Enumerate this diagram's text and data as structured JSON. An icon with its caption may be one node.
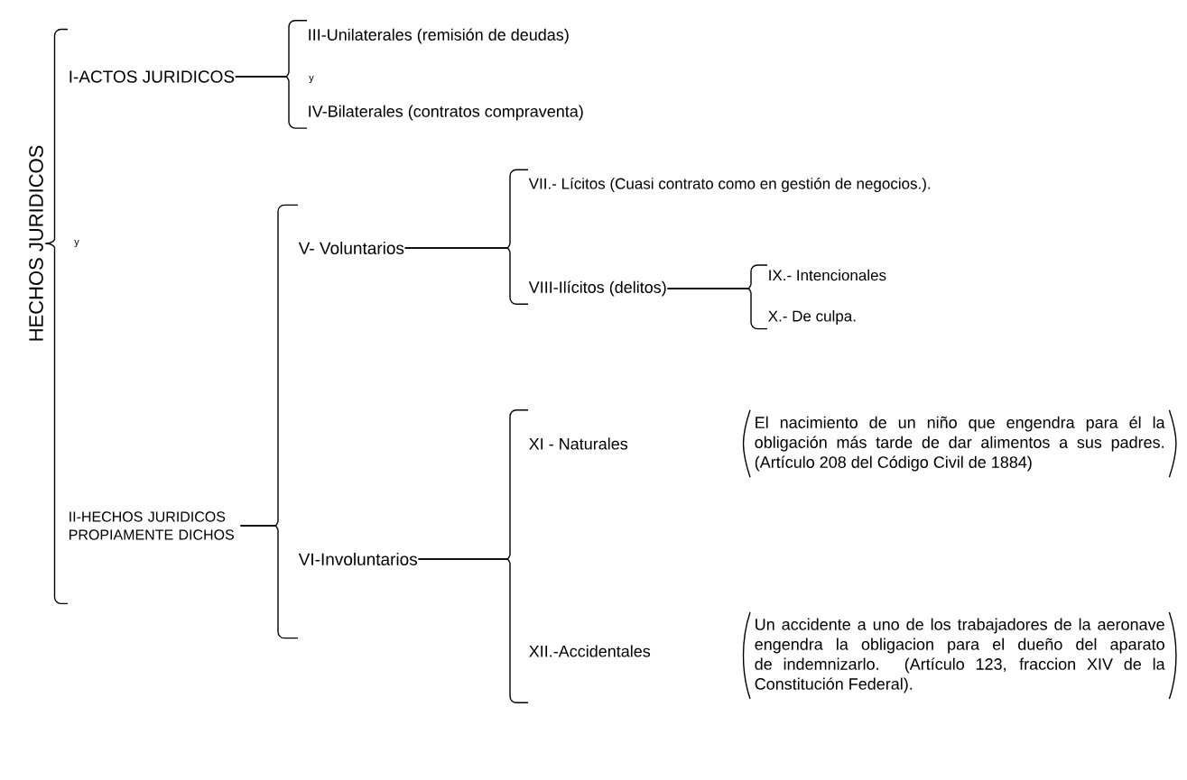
{
  "diagram": {
    "nodes": [
      {
        "text": [
          "HECHOS JURIDICOS"
        ]
      },
      {
        "text": [
          "I-ACTOS JURIDICOS"
        ]
      },
      {
        "text": [
          "III-Unilaterales (remisión de deudas)"
        ]
      },
      {
        "text": [
          "IV-Bilaterales (contratos compraventa)"
        ]
      },
      {
        "text": [
          "II-HECHOS JURIDICOS PROPIAMENTE DICHOS"
        ]
      },
      {
        "text": [
          "V- Voluntarios"
        ]
      },
      {
        "text": [
          "VII.- Lícitos (Cuasi contrato como en gestión de negocios.)."
        ]
      },
      {
        "text": [
          "VIII-Ilícitos (delitos)"
        ]
      },
      {
        "text": [
          "IX.- Intencionales"
        ]
      },
      {
        "text": [
          "X.- De culpa."
        ]
      },
      {
        "text": [
          "VI-Involuntarios"
        ]
      },
      {
        "text": [
          "XI - Naturales"
        ]
      },
      {
        "text": [
          "El nacimiento de un niño que engendra para él la obligación más tarde de dar alimentos a sus padres. (Artículo 208 del Código Civil de 1884)"
        ]
      },
      {
        "text": [
          "XII.-Accidentales"
        ]
      },
      {
        "text": [
          "Un accidente a uno de los trabajadores de la aeronave engendra la obligacion para el dueño del aparato de indemnizarlo. (Artículo 123, fraccion XIV de la Constitución Federal)."
        ]
      }
    ],
    "edges": [
      {
        "from": 0,
        "to": 1,
        "arrow": "none"
      },
      {
        "from": 0,
        "to": 4,
        "arrow": "none"
      },
      {
        "from": 1,
        "to": 2,
        "arrow": "none"
      },
      {
        "from": 1,
        "to": 3,
        "arrow": "none"
      },
      {
        "from": 4,
        "to": 5,
        "arrow": "none"
      },
      {
        "from": 4,
        "to": 10,
        "arrow": "none"
      },
      {
        "from": 5,
        "to": 6,
        "arrow": "none"
      },
      {
        "from": 5,
        "to": 7,
        "arrow": "none"
      },
      {
        "from": 7,
        "to": 8,
        "arrow": "none"
      },
      {
        "from": 7,
        "to": 9,
        "arrow": "none"
      },
      {
        "from": 10,
        "to": 11,
        "arrow": "none"
      },
      {
        "from": 10,
        "to": 13,
        "arrow": "none"
      }
    ],
    "labels": [
      "y",
      "y"
    ]
  }
}
